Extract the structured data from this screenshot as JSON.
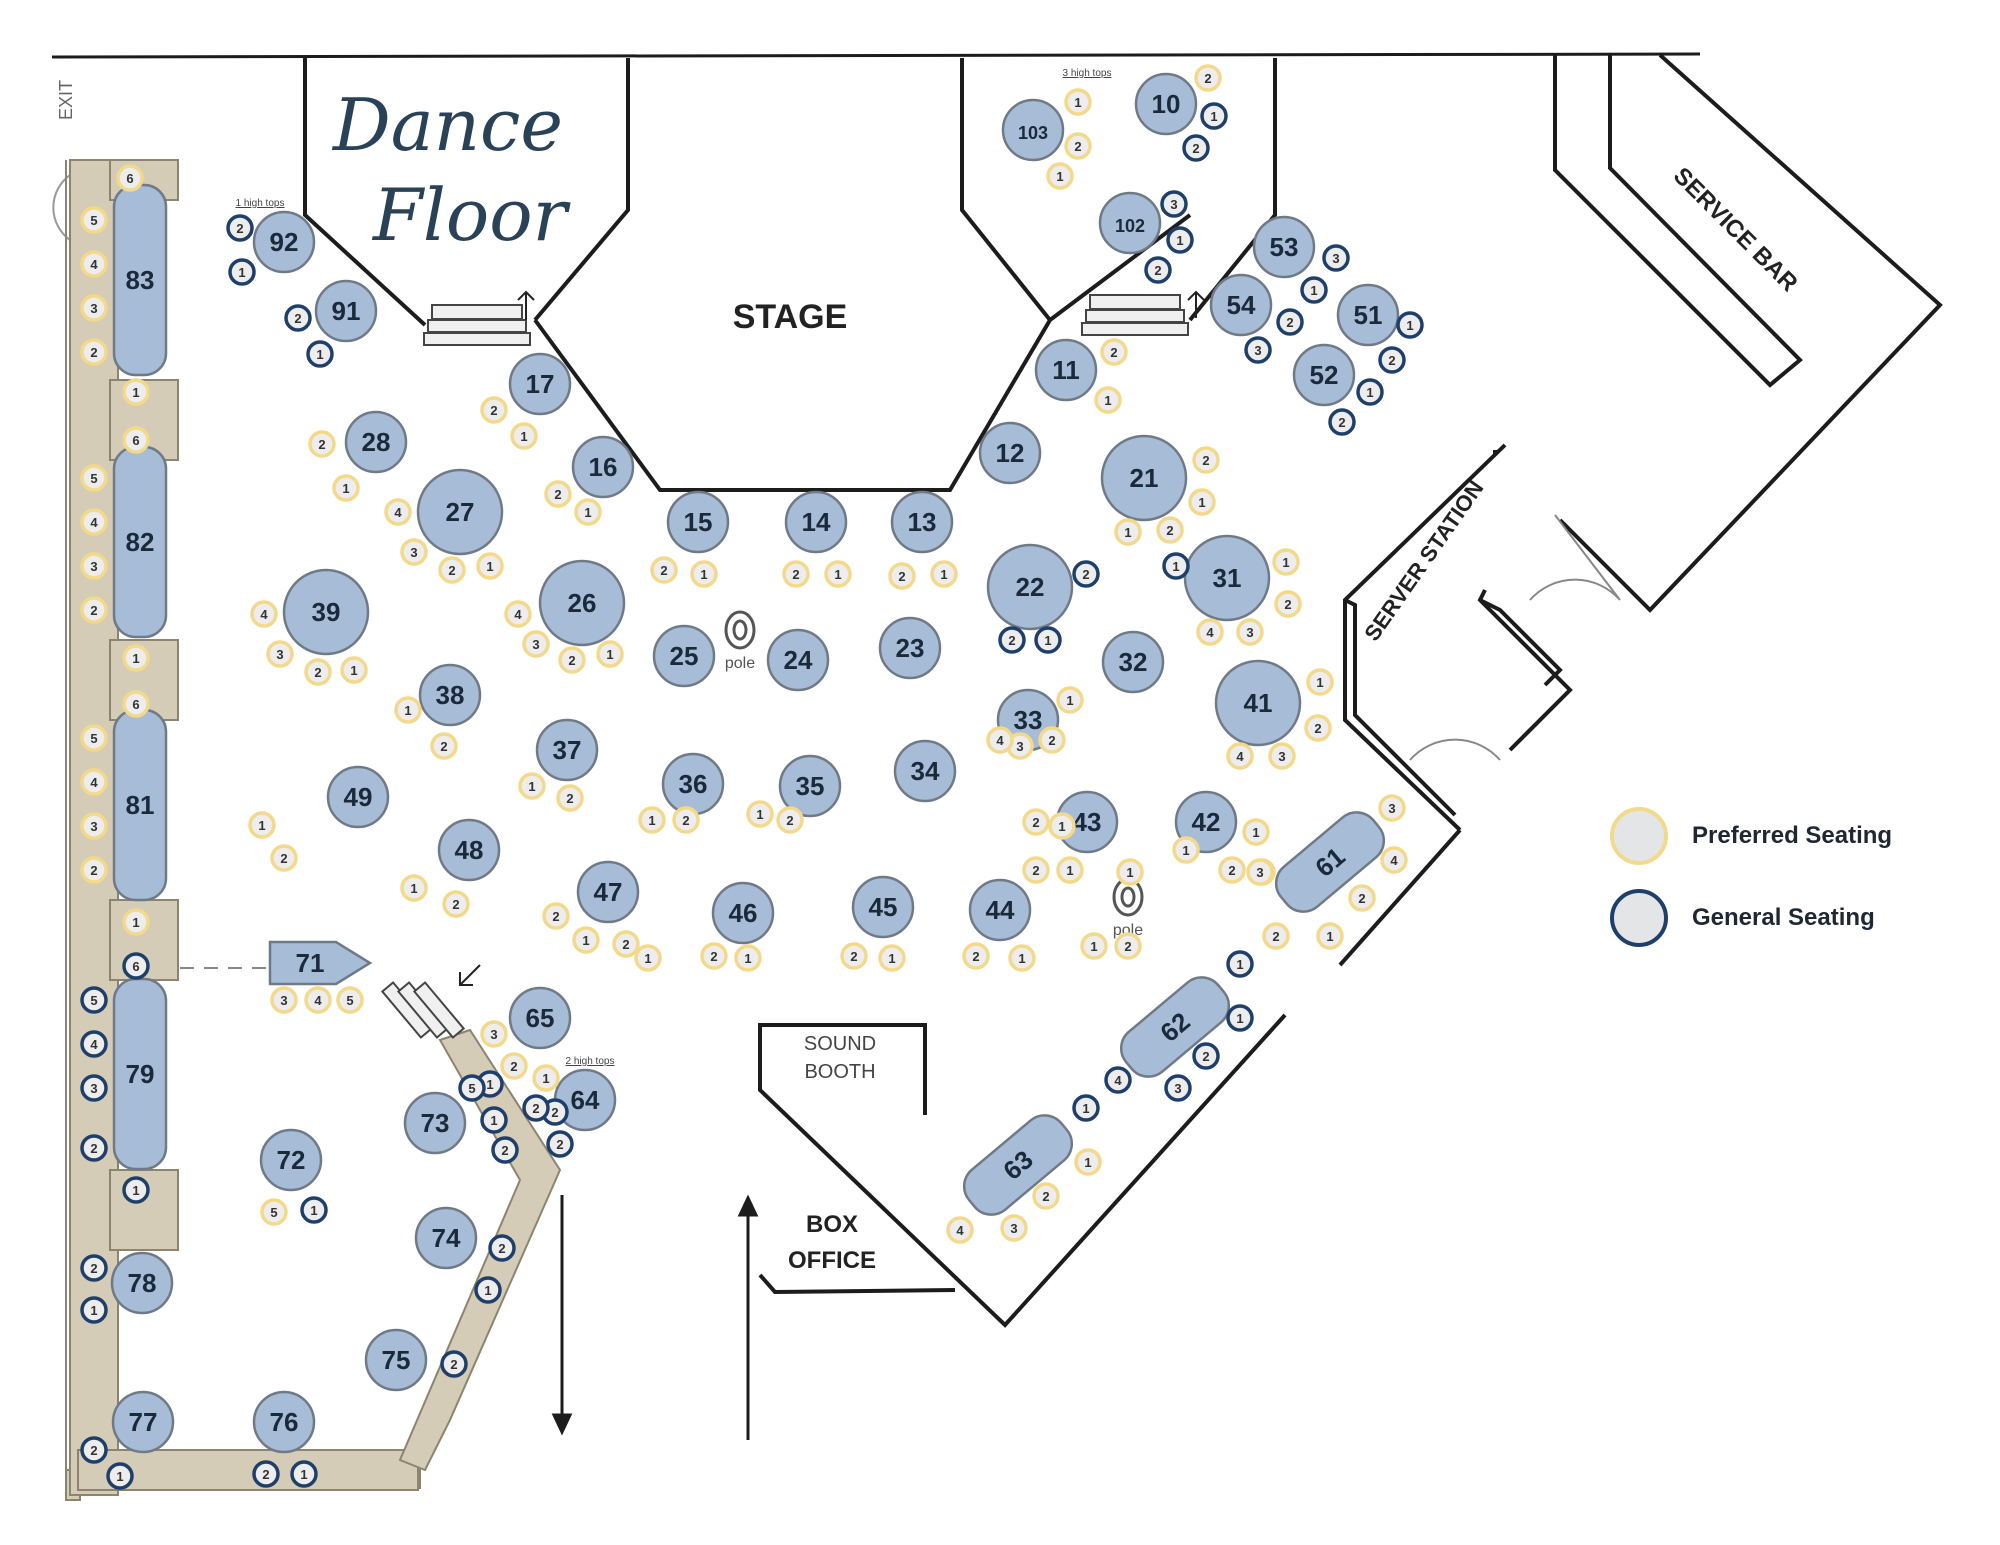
{
  "labels": {
    "exit": "EXIT",
    "dance_floor_line1": "Dance",
    "dance_floor_line2": "Floor",
    "stage": "STAGE",
    "service_bar": "SERVICE BAR",
    "server_station": "SERVER STATION",
    "sound_booth_line1": "SOUND",
    "sound_booth_line2": "BOOTH",
    "box_office_line1": "BOX",
    "box_office_line2": "OFFICE",
    "pole": "pole",
    "note_1_high_tops": "1 high tops",
    "note_3_high_tops": "3 high tops",
    "note_2_high_tops": "2 high tops"
  },
  "legend": {
    "preferred": "Preferred Seating",
    "general": "General Seating"
  },
  "colors": {
    "table_fill": "#a7bcd6",
    "table_stroke": "#6f7a86",
    "preferred_ring": "#f3d98a",
    "general_ring": "#1f3f6b",
    "seat_fill": "#ededee",
    "wall": "#1c1c1c",
    "booth_bench": "#d4ccb6"
  },
  "tables": [
    {
      "label": "83"
    },
    {
      "label": "82"
    },
    {
      "label": "81"
    },
    {
      "label": "79"
    },
    {
      "label": "78"
    },
    {
      "label": "77"
    },
    {
      "label": "76"
    },
    {
      "label": "92"
    },
    {
      "label": "91"
    },
    {
      "label": "28"
    },
    {
      "label": "17"
    },
    {
      "label": "16"
    },
    {
      "label": "27"
    },
    {
      "label": "39"
    },
    {
      "label": "26"
    },
    {
      "label": "15"
    },
    {
      "label": "14"
    },
    {
      "label": "13"
    },
    {
      "label": "12"
    },
    {
      "label": "11"
    },
    {
      "label": "103"
    },
    {
      "label": "10"
    },
    {
      "label": "102"
    },
    {
      "label": "53"
    },
    {
      "label": "54"
    },
    {
      "label": "51"
    },
    {
      "label": "52"
    },
    {
      "label": "21"
    },
    {
      "label": "22"
    },
    {
      "label": "31"
    },
    {
      "label": "25"
    },
    {
      "label": "24"
    },
    {
      "label": "23"
    },
    {
      "label": "32"
    },
    {
      "label": "38"
    },
    {
      "label": "33"
    },
    {
      "label": "41"
    },
    {
      "label": "37"
    },
    {
      "label": "36"
    },
    {
      "label": "35"
    },
    {
      "label": "34"
    },
    {
      "label": "49"
    },
    {
      "label": "48"
    },
    {
      "label": "43"
    },
    {
      "label": "42"
    },
    {
      "label": "47"
    },
    {
      "label": "46"
    },
    {
      "label": "45"
    },
    {
      "label": "44"
    },
    {
      "label": "61"
    },
    {
      "label": "71"
    },
    {
      "label": "65"
    },
    {
      "label": "64"
    },
    {
      "label": "62"
    },
    {
      "label": "73"
    },
    {
      "label": "72"
    },
    {
      "label": "63"
    },
    {
      "label": "74"
    },
    {
      "label": "75"
    }
  ],
  "seats": [
    {
      "label": "6",
      "type": "preferred"
    },
    {
      "label": "5",
      "type": "preferred"
    },
    {
      "label": "4",
      "type": "preferred"
    },
    {
      "label": "3",
      "type": "preferred"
    },
    {
      "label": "2",
      "type": "preferred"
    },
    {
      "label": "1",
      "type": "preferred"
    },
    {
      "label": "6",
      "type": "preferred"
    },
    {
      "label": "5",
      "type": "preferred"
    },
    {
      "label": "4",
      "type": "preferred"
    },
    {
      "label": "3",
      "type": "preferred"
    },
    {
      "label": "2",
      "type": "preferred"
    },
    {
      "label": "1",
      "type": "preferred"
    },
    {
      "label": "6",
      "type": "preferred"
    },
    {
      "label": "5",
      "type": "preferred"
    },
    {
      "label": "4",
      "type": "preferred"
    },
    {
      "label": "3",
      "type": "preferred"
    },
    {
      "label": "2",
      "type": "preferred"
    },
    {
      "label": "1",
      "type": "preferred"
    },
    {
      "label": "6",
      "type": "general"
    },
    {
      "label": "5",
      "type": "general"
    },
    {
      "label": "4",
      "type": "general"
    },
    {
      "label": "3",
      "type": "general"
    },
    {
      "label": "2",
      "type": "general"
    },
    {
      "label": "1",
      "type": "general"
    },
    {
      "label": "2",
      "type": "general"
    },
    {
      "label": "1",
      "type": "general"
    },
    {
      "label": "2",
      "type": "general"
    },
    {
      "label": "1",
      "type": "general"
    },
    {
      "label": "2",
      "type": "general"
    },
    {
      "label": "1",
      "type": "general"
    },
    {
      "label": "2",
      "type": "general"
    },
    {
      "label": "1",
      "type": "general"
    },
    {
      "label": "2",
      "type": "general"
    },
    {
      "label": "1",
      "type": "general"
    },
    {
      "label": "2",
      "type": "preferred"
    },
    {
      "label": "1",
      "type": "preferred"
    },
    {
      "label": "2",
      "type": "preferred"
    },
    {
      "label": "1",
      "type": "preferred"
    },
    {
      "label": "2",
      "type": "preferred"
    },
    {
      "label": "1",
      "type": "preferred"
    },
    {
      "label": "4",
      "type": "preferred"
    },
    {
      "label": "3",
      "type": "preferred"
    },
    {
      "label": "2",
      "type": "preferred"
    },
    {
      "label": "1",
      "type": "preferred"
    },
    {
      "label": "4",
      "type": "preferred"
    },
    {
      "label": "3",
      "type": "preferred"
    },
    {
      "label": "2",
      "type": "preferred"
    },
    {
      "label": "1",
      "type": "preferred"
    },
    {
      "label": "4",
      "type": "preferred"
    },
    {
      "label": "3",
      "type": "preferred"
    },
    {
      "label": "2",
      "type": "preferred"
    },
    {
      "label": "1",
      "type": "preferred"
    },
    {
      "label": "2",
      "type": "preferred"
    },
    {
      "label": "1",
      "type": "preferred"
    },
    {
      "label": "2",
      "type": "preferred"
    },
    {
      "label": "1",
      "type": "preferred"
    },
    {
      "label": "2",
      "type": "preferred"
    },
    {
      "label": "1",
      "type": "preferred"
    },
    {
      "label": "1",
      "type": "preferred"
    },
    {
      "label": "2",
      "type": "preferred"
    },
    {
      "label": "1",
      "type": "preferred"
    },
    {
      "label": "2",
      "type": "preferred"
    },
    {
      "label": "1",
      "type": "general"
    },
    {
      "label": "2",
      "type": "general"
    },
    {
      "label": "3",
      "type": "general"
    },
    {
      "label": "1",
      "type": "general"
    },
    {
      "label": "2",
      "type": "general"
    },
    {
      "label": "3",
      "type": "general"
    },
    {
      "label": "1",
      "type": "general"
    },
    {
      "label": "2",
      "type": "general"
    },
    {
      "label": "3",
      "type": "general"
    },
    {
      "label": "1",
      "type": "general"
    },
    {
      "label": "2",
      "type": "general"
    },
    {
      "label": "1",
      "type": "general"
    },
    {
      "label": "2",
      "type": "general"
    },
    {
      "label": "1",
      "type": "general"
    },
    {
      "label": "2",
      "type": "general"
    },
    {
      "label": "1",
      "type": "general"
    },
    {
      "label": "2",
      "type": "general"
    },
    {
      "label": "1",
      "type": "preferred"
    },
    {
      "label": "2",
      "type": "preferred"
    },
    {
      "label": "3",
      "type": "preferred"
    },
    {
      "label": "4",
      "type": "preferred"
    },
    {
      "label": "1",
      "type": "preferred"
    },
    {
      "label": "2",
      "type": "preferred"
    },
    {
      "label": "3",
      "type": "preferred"
    },
    {
      "label": "4",
      "type": "preferred"
    },
    {
      "label": "1",
      "type": "preferred"
    },
    {
      "label": "2",
      "type": "preferred"
    },
    {
      "label": "3",
      "type": "preferred"
    },
    {
      "label": "4",
      "type": "preferred"
    },
    {
      "label": "2",
      "type": "preferred"
    },
    {
      "label": "1",
      "type": "preferred"
    },
    {
      "label": "2",
      "type": "preferred"
    },
    {
      "label": "1",
      "type": "preferred"
    },
    {
      "label": "2",
      "type": "preferred"
    },
    {
      "label": "1",
      "type": "preferred"
    },
    {
      "label": "1",
      "type": "preferred"
    },
    {
      "label": "2",
      "type": "preferred"
    },
    {
      "label": "2",
      "type": "preferred"
    },
    {
      "label": "1",
      "type": "preferred"
    },
    {
      "label": "1",
      "type": "preferred"
    },
    {
      "label": "2",
      "type": "preferred"
    },
    {
      "label": "3",
      "type": "preferred"
    },
    {
      "label": "4",
      "type": "preferred"
    },
    {
      "label": "2",
      "type": "preferred"
    },
    {
      "label": "1",
      "type": "preferred"
    },
    {
      "label": "2",
      "type": "preferred"
    },
    {
      "label": "1",
      "type": "preferred"
    },
    {
      "label": "2",
      "type": "preferred"
    },
    {
      "label": "1",
      "type": "preferred"
    },
    {
      "label": "2",
      "type": "preferred"
    },
    {
      "label": "1",
      "type": "preferred"
    },
    {
      "label": "2",
      "type": "preferred"
    },
    {
      "label": "1",
      "type": "preferred"
    },
    {
      "label": "2",
      "type": "preferred"
    },
    {
      "label": "1",
      "type": "preferred"
    },
    {
      "label": "2",
      "type": "preferred"
    },
    {
      "label": "1",
      "type": "preferred"
    },
    {
      "label": "2",
      "type": "preferred"
    },
    {
      "label": "1",
      "type": "preferred"
    },
    {
      "label": "1",
      "type": "preferred"
    },
    {
      "label": "2",
      "type": "preferred"
    },
    {
      "label": "3",
      "type": "preferred"
    },
    {
      "label": "2",
      "type": "preferred"
    },
    {
      "label": "1",
      "type": "preferred"
    },
    {
      "label": "2",
      "type": "preferred"
    },
    {
      "label": "1",
      "type": "preferred"
    },
    {
      "label": "2",
      "type": "preferred"
    },
    {
      "label": "1",
      "type": "preferred"
    },
    {
      "label": "2",
      "type": "preferred"
    },
    {
      "label": "1",
      "type": "preferred"
    },
    {
      "label": "2",
      "type": "preferred"
    },
    {
      "label": "1",
      "type": "preferred"
    },
    {
      "label": "1",
      "type": "preferred"
    },
    {
      "label": "2",
      "type": "preferred"
    },
    {
      "label": "3",
      "type": "preferred"
    },
    {
      "label": "4",
      "type": "preferred"
    },
    {
      "label": "5",
      "type": "preferred"
    },
    {
      "label": "3",
      "type": "preferred"
    },
    {
      "label": "2",
      "type": "preferred"
    },
    {
      "label": "1",
      "type": "preferred"
    },
    {
      "label": "2",
      "type": "general"
    },
    {
      "label": "1",
      "type": "general"
    },
    {
      "label": "2",
      "type": "general"
    },
    {
      "label": "1",
      "type": "general"
    },
    {
      "label": "1",
      "type": "general"
    },
    {
      "label": "2",
      "type": "general"
    },
    {
      "label": "3",
      "type": "general"
    },
    {
      "label": "4",
      "type": "general"
    },
    {
      "label": "5",
      "type": "general"
    },
    {
      "label": "1",
      "type": "general"
    },
    {
      "label": "2",
      "type": "general"
    },
    {
      "label": "2",
      "type": "general"
    },
    {
      "label": "1",
      "type": "general"
    },
    {
      "label": "1",
      "type": "preferred"
    },
    {
      "label": "2",
      "type": "preferred"
    },
    {
      "label": "3",
      "type": "preferred"
    },
    {
      "label": "4",
      "type": "preferred"
    },
    {
      "label": "5",
      "type": "preferred"
    },
    {
      "label": "1",
      "type": "general"
    },
    {
      "label": "2",
      "type": "general"
    },
    {
      "label": "1",
      "type": "general"
    },
    {
      "label": "2",
      "type": "general"
    }
  ]
}
